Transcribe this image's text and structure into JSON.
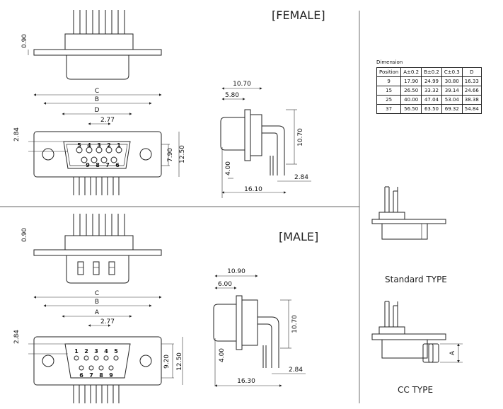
{
  "labels": {
    "female": "[FEMALE]",
    "male": "[MALE]",
    "standard_type": "Standard TYPE",
    "cc_type": "CC TYPE",
    "cc_dim": "A"
  },
  "female": {
    "dims": {
      "height_090": "0.90",
      "c": "C",
      "b": "B",
      "d": "D",
      "pitch": "2.77",
      "left_284": "2.84",
      "h_790": "7.90",
      "h_1250": "12.50",
      "side_1070": "10.70",
      "side_580": "5.80",
      "side_v1070": "10.70",
      "side_400": "4.00",
      "side_284": "2.84",
      "side_1610": "16.10"
    },
    "pins_top": [
      "5",
      "4",
      "3",
      "2",
      "1"
    ],
    "pins_bottom": [
      "9",
      "8",
      "7",
      "6"
    ]
  },
  "male": {
    "dims": {
      "height_090": "0.90",
      "c": "C",
      "b": "B",
      "a": "A",
      "pitch": "2.77",
      "left_284": "2.84",
      "h_920": "9.20",
      "h_1250": "12.50",
      "side_1090": "10.90",
      "side_600": "6.00",
      "side_v1070": "10.70",
      "side_400": "4.00",
      "side_284": "2.84",
      "side_1630": "16.30"
    },
    "pins_top": [
      "1",
      "2",
      "3",
      "4",
      "5"
    ],
    "pins_bottom": [
      "6",
      "7",
      "8",
      "9"
    ]
  },
  "dimension_table": {
    "caption": "Dimension",
    "headers": [
      "Position",
      "A±0.2",
      "B±0.2",
      "C±0.3",
      "D"
    ],
    "rows": [
      [
        "9",
        "17.90",
        "24.99",
        "30.80",
        "16.33"
      ],
      [
        "15",
        "26.50",
        "33.32",
        "39.14",
        "24.66"
      ],
      [
        "25",
        "40.00",
        "47.04",
        "53.04",
        "38.38"
      ],
      [
        "37",
        "56.50",
        "63.50",
        "69.32",
        "54.84"
      ]
    ]
  }
}
